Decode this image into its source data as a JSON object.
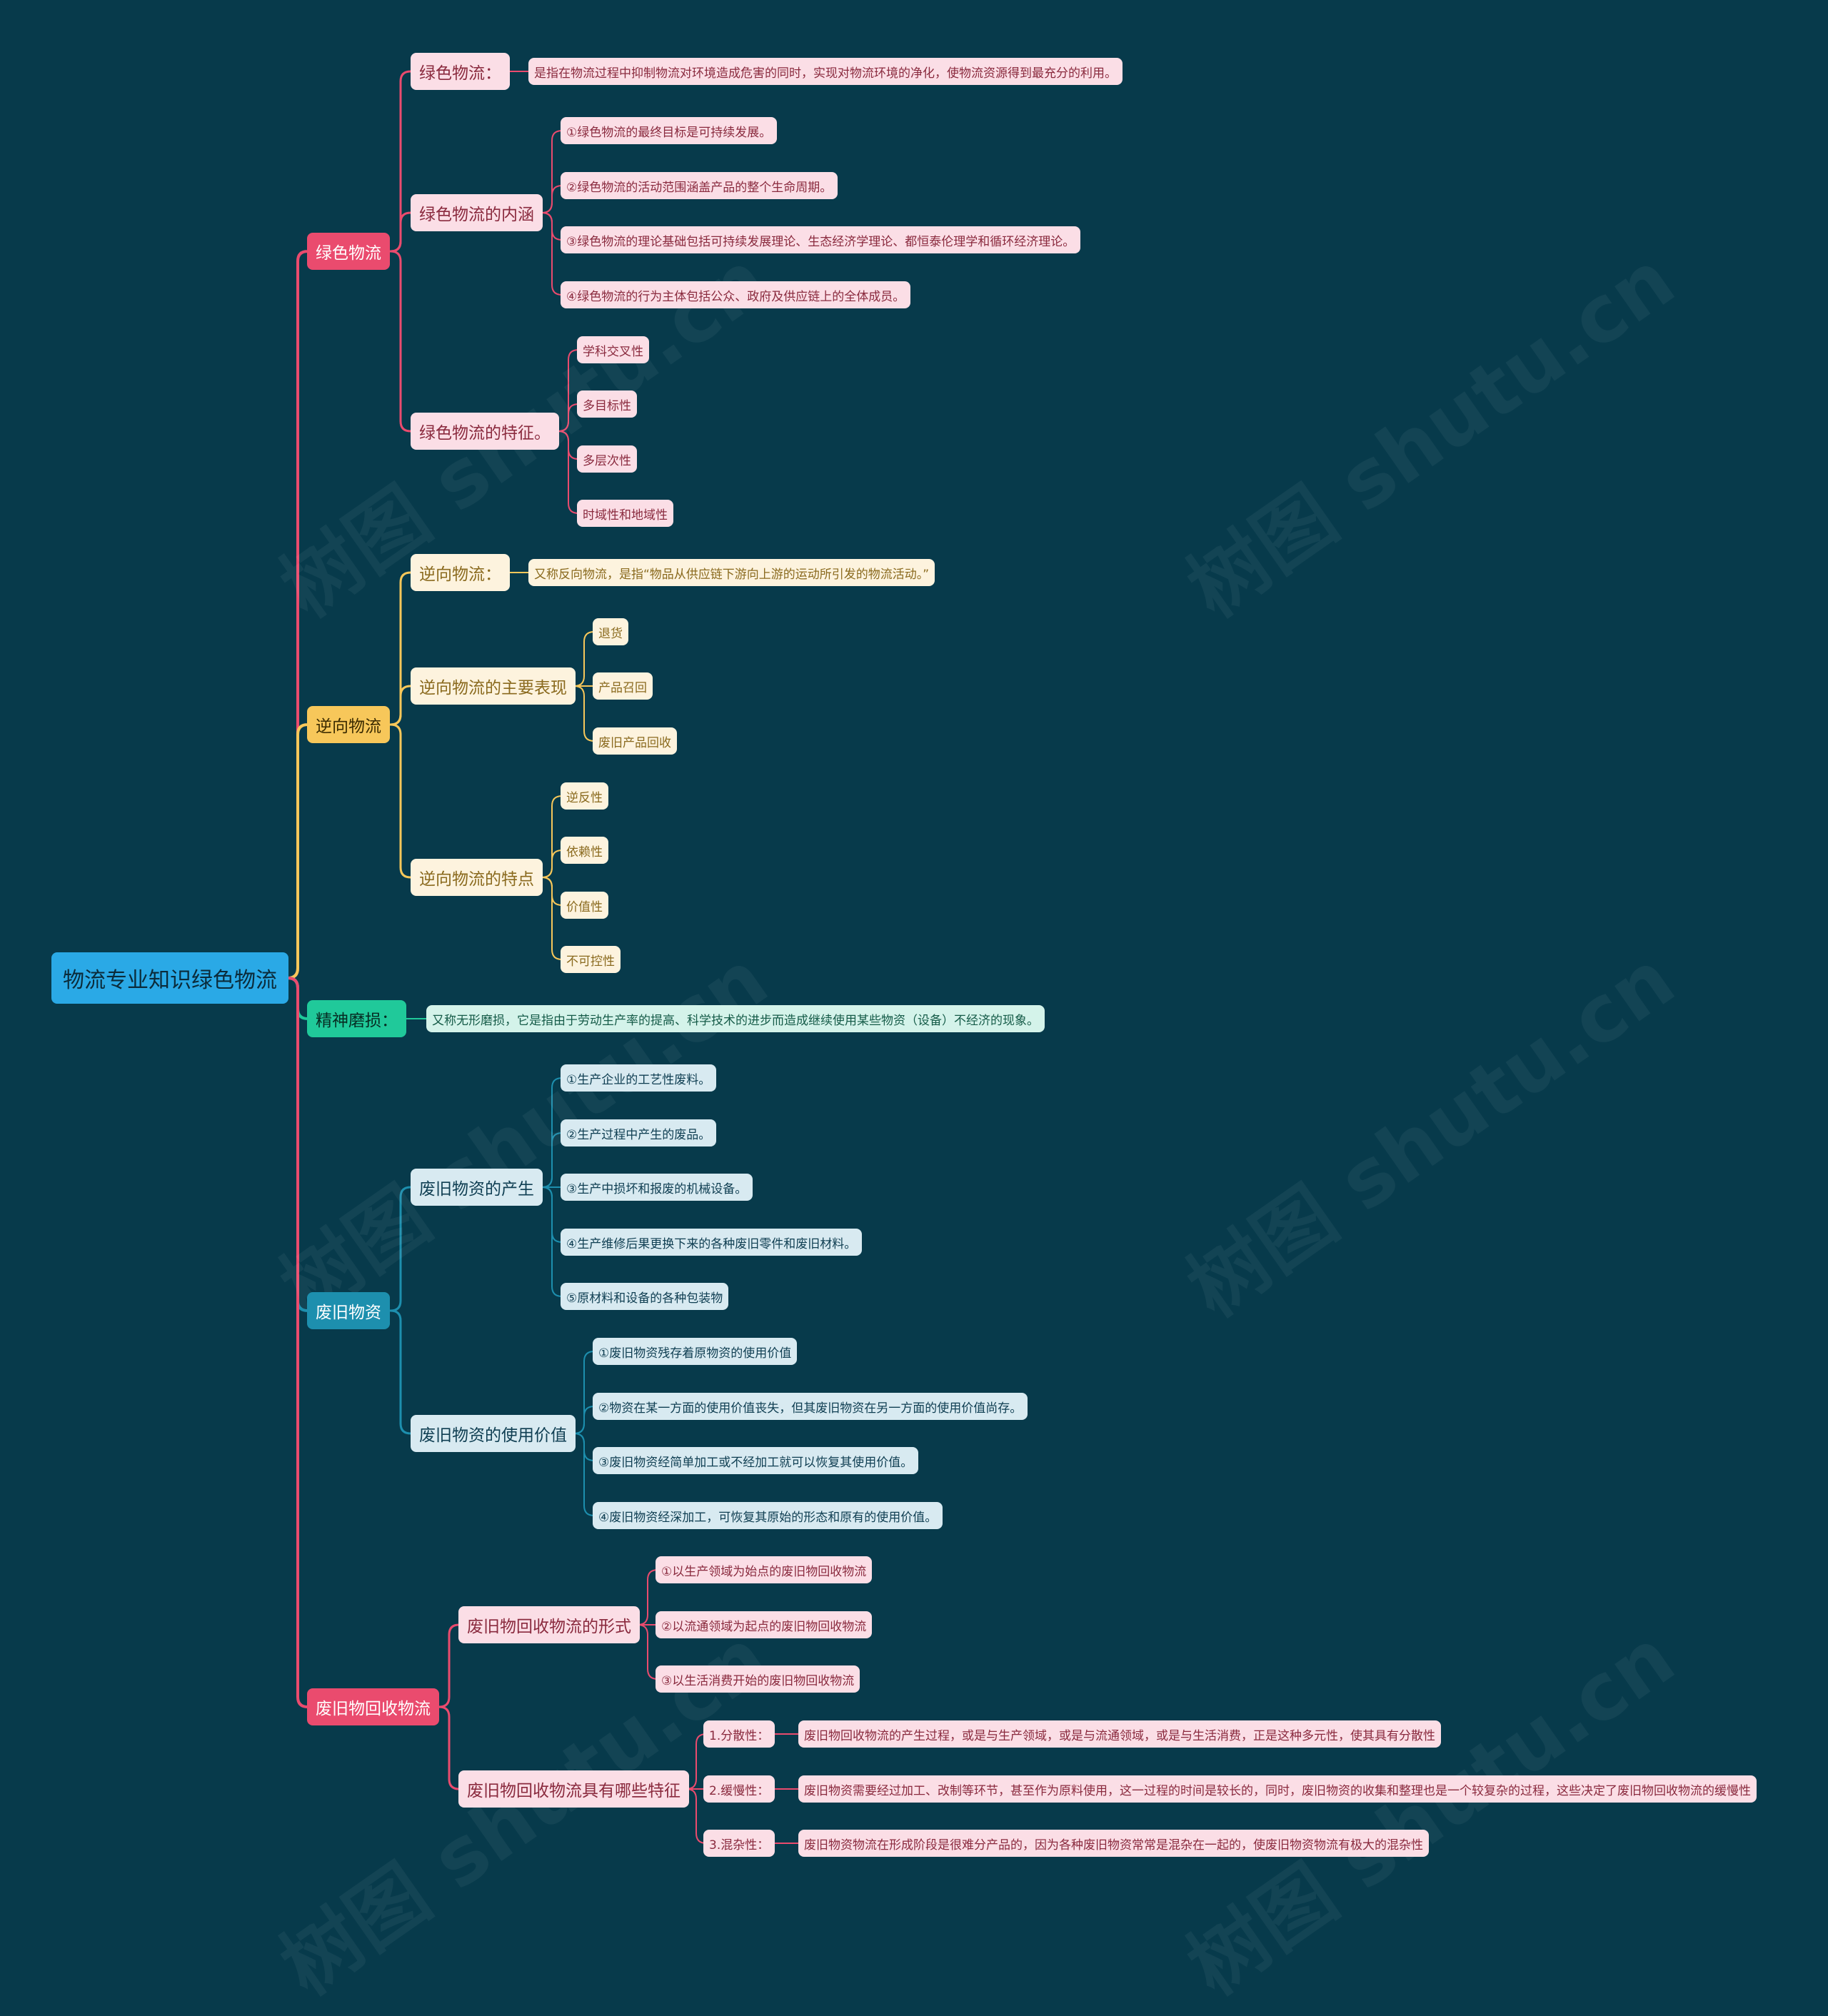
{
  "root": "物流专业知识绿色物流",
  "colors": {
    "green": "#ea4b6e",
    "reverse": "#f7c75a",
    "spirit": "#20c99a",
    "waste": "#1d8fae",
    "recycle": "#ea4b6e",
    "pinkBg": "#fbdee6",
    "pinkText": "#8a2a3e",
    "yellowBg": "#fdf3de",
    "yellowText": "#8a6a1e",
    "mintBg": "#d4f3ea",
    "mintText": "#155b48",
    "blueBg": "#d8eaf1",
    "blueText": "#0f3e52"
  },
  "branches": {
    "green": {
      "label": "绿色物流",
      "def_label": "绿色物流：",
      "def_text": "是指在物流过程中抑制物流对环境造成危害的同时，实现对物流环境的净化，使物流资源得到最充分的利用。",
      "content_label": "绿色物流的内涵",
      "content_items": [
        "①绿色物流的最终目标是可持续发展。",
        "②绿色物流的活动范围涵盖产品的整个生命周期。",
        "③绿色物流的理论基础包括可持续发展理论、生态经济学理论、都恒泰伦理学和循环经济理论。",
        "④绿色物流的行为主体包括公众、政府及供应链上的全体成员。"
      ],
      "feature_label": "绿色物流的特征。",
      "feature_items": [
        "学科交叉性",
        "多目标性",
        "多层次性",
        "时域性和地域性"
      ]
    },
    "reverse": {
      "label": "逆向物流",
      "def_label": "逆向物流：",
      "def_text": "又称反向物流，是指“物品从供应链下游向上游的运动所引发的物流活动。”",
      "main_label": "逆向物流的主要表现",
      "main_items": [
        "退货",
        "产品召回",
        "废旧产品回收"
      ],
      "feature_label": "逆向物流的特点",
      "feature_items": [
        "逆反性",
        "依赖性",
        "价值性",
        "不可控性"
      ]
    },
    "spirit": {
      "label": "精神磨损：",
      "text": "又称无形磨损，它是指由于劳动生产率的提高、科学技术的进步而造成继续使用某些物资（设备）不经济的现象。"
    },
    "waste": {
      "label": "废旧物资",
      "source_label": "废旧物资的产生",
      "source_items": [
        "①生产企业的工艺性废料。",
        "②生产过程中产生的废品。",
        "③生产中损坏和报废的机械设备。",
        "④生产维修后果更换下来的各种废旧零件和废旧材料。",
        "⑤原材料和设备的各种包装物"
      ],
      "value_label": "废旧物资的使用价值",
      "value_items": [
        "①废旧物资残存着原物资的使用价值",
        "②物资在某一方面的使用价值丧失，但其废旧物资在另一方面的使用价值尚存。",
        "③废旧物资经简单加工或不经加工就可以恢复其使用价值。",
        "④废旧物资经深加工，可恢复其原始的形态和原有的使用价值。"
      ]
    },
    "recycle": {
      "label": "废旧物回收物流",
      "form_label": "废旧物回收物流的形式",
      "form_items": [
        "①以生产领域为始点的废旧物回收物流",
        "②以流通领域为起点的废旧物回收物流",
        "③以生活消费开始的废旧物回收物流"
      ],
      "feat_label": "废旧物回收物流具有哪些特征",
      "feat_items": [
        {
          "label": "1.分散性：",
          "text": "废旧物回收物流的产生过程，或是与生产领域，或是与流通领域，或是与生活消费，正是这种多元性，使其具有分散性"
        },
        {
          "label": "2.缓慢性：",
          "text": "废旧物资需要经过加工、改制等环节，甚至作为原料使用，这一过程的时间是较长的，同时，废旧物资的收集和整理也是一个较复杂的过程，这些决定了废旧物回收物流的缓慢性"
        },
        {
          "label": "3.混杂性：",
          "text": "废旧物资物流在形成阶段是很难分产品的，因为各种废旧物资常常是混杂在一起的，使废旧物资物流有极大的混杂性"
        }
      ]
    }
  }
}
